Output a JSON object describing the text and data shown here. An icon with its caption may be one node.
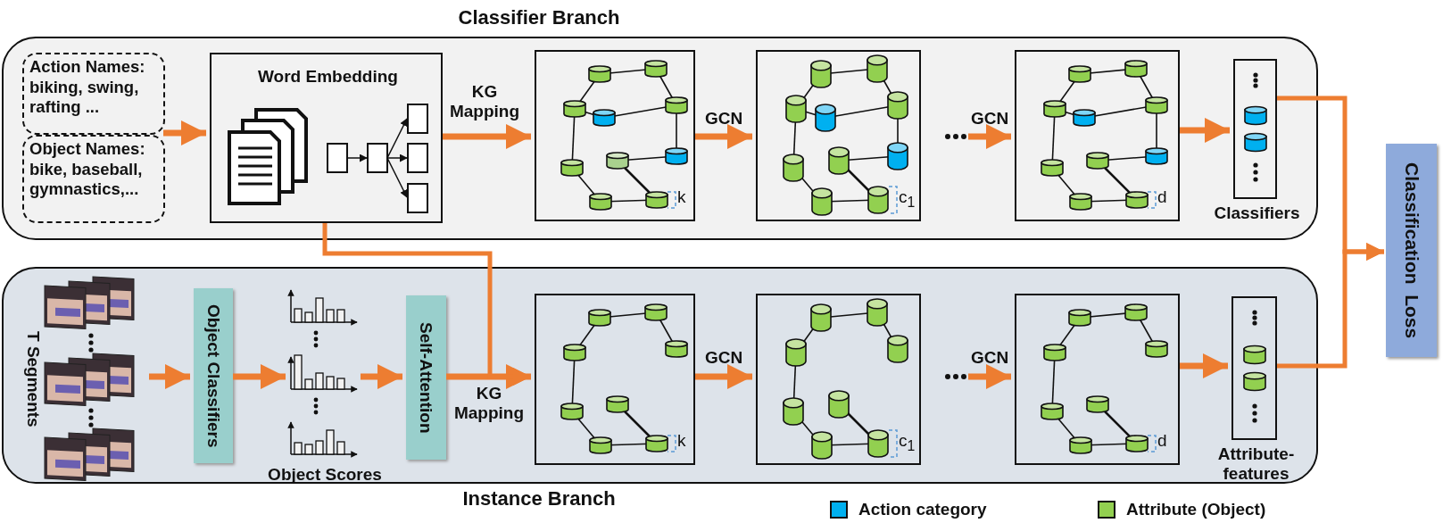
{
  "diagram": {
    "nodes": [
      {
        "text": [
          "Classifier Branch"
        ]
      },
      {
        "text": [
          "Action Names: biking, swing, rafting ..."
        ],
        "in": 0
      },
      {
        "text": [
          "Object Names: bike, baseball, gymnastics,..."
        ],
        "in": 0
      },
      {
        "text": [
          "Word Embedding"
        ],
        "in": 0
      },
      {
        "text": [
          "k"
        ],
        "in": 0
      },
      {
        "text": [
          "c$_{1}$"
        ],
        "in": 0
      },
      {
        "text": [
          "d"
        ],
        "in": 0
      },
      {
        "text": [
          "Classifiers"
        ],
        "in": 0
      },
      {
        "text": [
          "Instance Branch"
        ]
      },
      {
        "text": [
          "T Segments"
        ],
        "in": 8
      },
      {
        "text": [
          "Object Classifiers"
        ],
        "in": 8
      },
      {
        "text": [
          "Object Scores"
        ],
        "in": 8
      },
      {
        "text": [
          "Self-Attention"
        ],
        "in": 8
      },
      {
        "text": [
          "k"
        ],
        "in": 8
      },
      {
        "text": [
          "c$_{1}$"
        ],
        "in": 8
      },
      {
        "text": [
          "d"
        ],
        "in": 8
      },
      {
        "text": [
          "Attribute- features"
        ],
        "in": 8
      },
      {
        "text": [
          "Classification  Loss"
        ]
      }
    ],
    "edges": [
      {
        "from": 1,
        "to": 3,
        "arrow": "to"
      },
      {
        "from": 2,
        "to": 3,
        "arrow": "to"
      },
      {
        "from": 3,
        "to": 4,
        "arrow": "to",
        "label": "KG Mapping"
      },
      {
        "from": 4,
        "to": 5,
        "arrow": "to",
        "label": "GCN"
      },
      {
        "from": null,
        "to": 6,
        "arrow": "to",
        "label": "GCN"
      },
      {
        "from": 6,
        "to": 7,
        "arrow": "to"
      },
      {
        "from": 9,
        "to": 10,
        "arrow": "to"
      },
      {
        "from": 10,
        "to": 11,
        "arrow": "to"
      },
      {
        "from": 11,
        "to": 12,
        "arrow": "to"
      },
      {
        "from": 12,
        "to": 13,
        "arrow": "to",
        "label": "KG Mapping"
      },
      {
        "from": 3,
        "to": 13,
        "arrow": "to"
      },
      {
        "from": 13,
        "to": 14,
        "arrow": "to",
        "label": "GCN"
      },
      {
        "from": null,
        "to": 15,
        "arrow": "to",
        "label": "GCN"
      },
      {
        "from": 15,
        "to": 16,
        "arrow": "to"
      },
      {
        "from": 7,
        "to": 17,
        "arrow": "to"
      },
      {
        "from": 16,
        "to": 17,
        "arrow": "to"
      }
    ],
    "legend": [
      {
        "text": "Action category",
        "color": "#00b0f0"
      },
      {
        "text": "Attribute (Object)",
        "color": "#92d050"
      }
    ]
  }
}
